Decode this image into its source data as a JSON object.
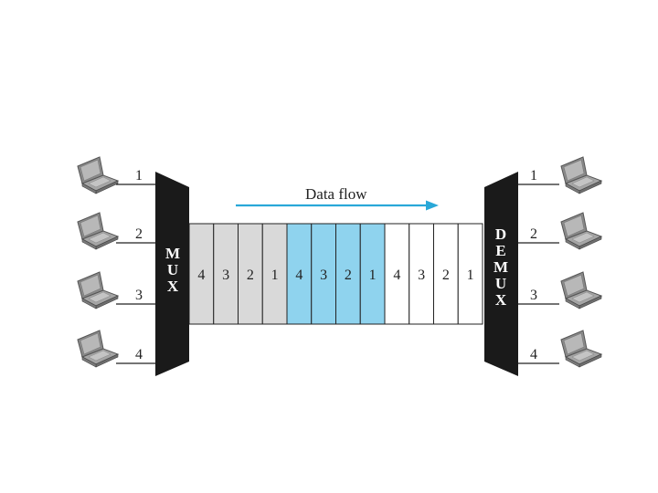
{
  "flow_label": "Data flow",
  "mux_label": "MUX",
  "demux_label": "DEMUX",
  "input_lines": [
    "1",
    "2",
    "3",
    "4"
  ],
  "output_lines": [
    "1",
    "2",
    "3",
    "4"
  ],
  "frames": [
    {
      "slots": [
        "4",
        "3",
        "2",
        "1"
      ],
      "fill": "#d9d9d9"
    },
    {
      "slots": [
        "4",
        "3",
        "2",
        "1"
      ],
      "fill": "#8fd3ee"
    },
    {
      "slots": [
        "4",
        "3",
        "2",
        "1"
      ],
      "fill": "#ffffff"
    }
  ],
  "colors": {
    "arrow": "#29a8d8",
    "device": "#1a1a1a",
    "line": "#222222"
  },
  "icons": {
    "device": "laptop-icon"
  }
}
